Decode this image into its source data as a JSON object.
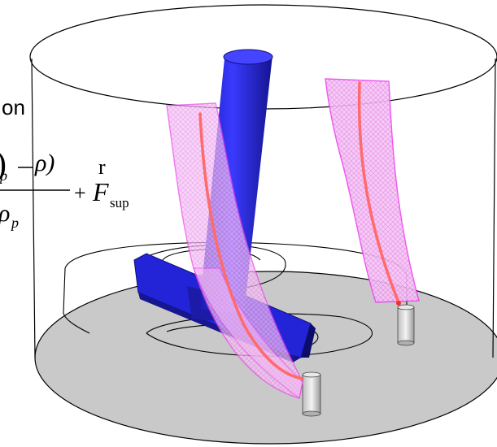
{
  "equation": {
    "left_word": "on",
    "num_open": "ρ",
    "num_sub": "p",
    "num_minus_rho": "ρ)",
    "den_rho": "ρ",
    "den_sub": "p",
    "plus": "+",
    "vec_mark": "r",
    "force": "F",
    "force_sub": "sup"
  },
  "colors": {
    "shaft": "#2323d8",
    "impeller": "#2323d8",
    "streak_fill": "#f2a7f2",
    "streak_edge": "#ee44ee",
    "trajectory": "#ff6a6a",
    "floor": "#c9c9c9",
    "outline": "#000000"
  }
}
